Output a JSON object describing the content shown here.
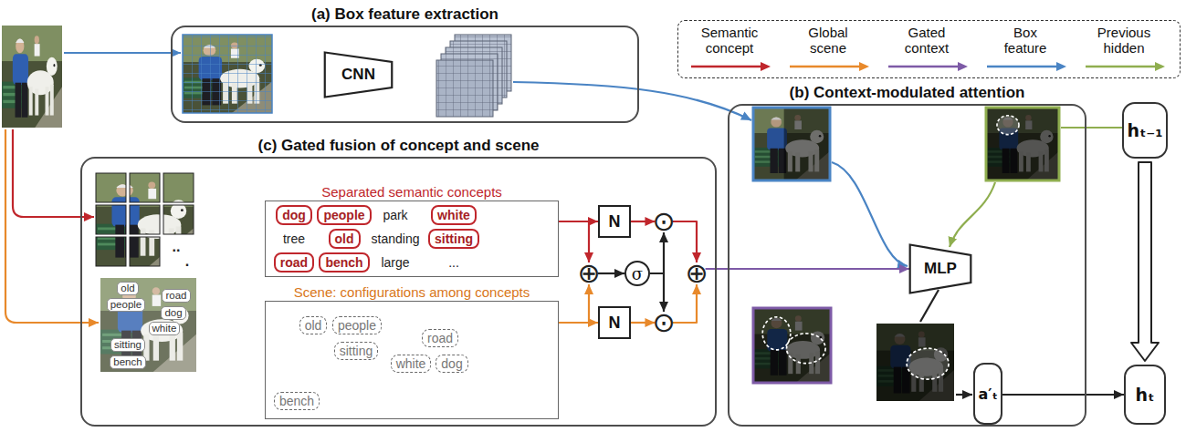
{
  "diagram": {
    "nodes": [
      {
        "text": [
          "(a) Box feature extraction"
        ]
      },
      {
        "text": [
          "CNN"
        ],
        "in": 0
      },
      {
        "text": [
          "(b) Context-modulated attention"
        ]
      },
      {
        "text": [
          "MLP"
        ],
        "in": 2
      },
      {
        "text": [
          "a′ₜ"
        ],
        "in": 2
      },
      {
        "text": [
          "hₜ₋₁"
        ]
      },
      {
        "text": [
          "hₜ"
        ]
      },
      {
        "text": [
          "(c) Gated fusion of concept and scene"
        ]
      },
      {
        "text": [
          "Separated semantic concepts",
          "park",
          "tree",
          "standing",
          "large",
          "..."
        ],
        "in": 7
      },
      {
        "text": [
          "dog"
        ],
        "in": 8
      },
      {
        "text": [
          "people"
        ],
        "in": 8
      },
      {
        "text": [
          "white"
        ],
        "in": 8
      },
      {
        "text": [
          "old"
        ],
        "in": 8
      },
      {
        "text": [
          "sitting"
        ],
        "in": 8
      },
      {
        "text": [
          "road"
        ],
        "in": 8
      },
      {
        "text": [
          "bench"
        ],
        "in": 8
      },
      {
        "text": [
          "Scene: configurations among concepts"
        ],
        "in": 7
      },
      {
        "text": [
          "old"
        ],
        "in": 16
      },
      {
        "text": [
          "people"
        ],
        "in": 16
      },
      {
        "text": [
          "road"
        ],
        "in": 16
      },
      {
        "text": [
          "sitting"
        ],
        "in": 16
      },
      {
        "text": [
          "white"
        ],
        "in": 16
      },
      {
        "text": [
          "dog"
        ],
        "in": 16
      },
      {
        "text": [
          "bench"
        ],
        "in": 16
      },
      {
        "text": [
          "N"
        ],
        "in": 7
      },
      {
        "text": [
          "⊙"
        ],
        "in": 7
      },
      {
        "text": [
          "⊕"
        ],
        "in": 7
      },
      {
        "text": [
          "σ"
        ],
        "in": 7
      },
      {
        "text": [
          "⊕"
        ],
        "in": 7
      },
      {
        "text": [
          "N"
        ],
        "in": 7
      },
      {
        "text": [
          "⊙"
        ],
        "in": 7
      },
      {
        "text": [
          "old"
        ],
        "in": 7
      },
      {
        "text": [
          "road"
        ],
        "in": 7
      },
      {
        "text": [
          "people"
        ],
        "in": 7
      },
      {
        "text": [
          "dog"
        ],
        "in": 7
      },
      {
        "text": [
          "white"
        ],
        "in": 7
      },
      {
        "text": [
          "sitting"
        ],
        "in": 7
      },
      {
        "text": [
          "bench"
        ],
        "in": 7
      }
    ],
    "edges": [
      {
        "from": 8,
        "to": 24,
        "arrow": "to"
      },
      {
        "from": 8,
        "to": 26,
        "arrow": "to"
      },
      {
        "from": 16,
        "to": 26,
        "arrow": "to"
      },
      {
        "from": 16,
        "to": 29,
        "arrow": "to"
      },
      {
        "from": 26,
        "to": 27,
        "arrow": "to"
      },
      {
        "from": 27,
        "to": 25,
        "arrow": "to"
      },
      {
        "from": 27,
        "to": 30,
        "arrow": "to"
      },
      {
        "from": 24,
        "to": 25,
        "arrow": "to"
      },
      {
        "from": 29,
        "to": 30,
        "arrow": "to"
      },
      {
        "from": 25,
        "to": 28,
        "arrow": "to"
      },
      {
        "from": 30,
        "to": 28,
        "arrow": "to"
      },
      {
        "from": 28,
        "to": 3,
        "arrow": "to"
      },
      {
        "from": 5,
        "to": 6,
        "arrow": "to"
      },
      {
        "from": 4,
        "to": 6,
        "arrow": "to"
      }
    ],
    "labels": [
      "..",
      "."
    ],
    "legend": [
      {
        "text": "Semantic concept",
        "color": "#c0262c"
      },
      {
        "text": "Global scene",
        "color": "#e8892b"
      },
      {
        "text": "Gated context",
        "color": "#7d5aa6"
      },
      {
        "text": "Box feature",
        "color": "#4a84c4"
      },
      {
        "text": "Previous hidden",
        "color": "#8fae4f"
      }
    ]
  }
}
